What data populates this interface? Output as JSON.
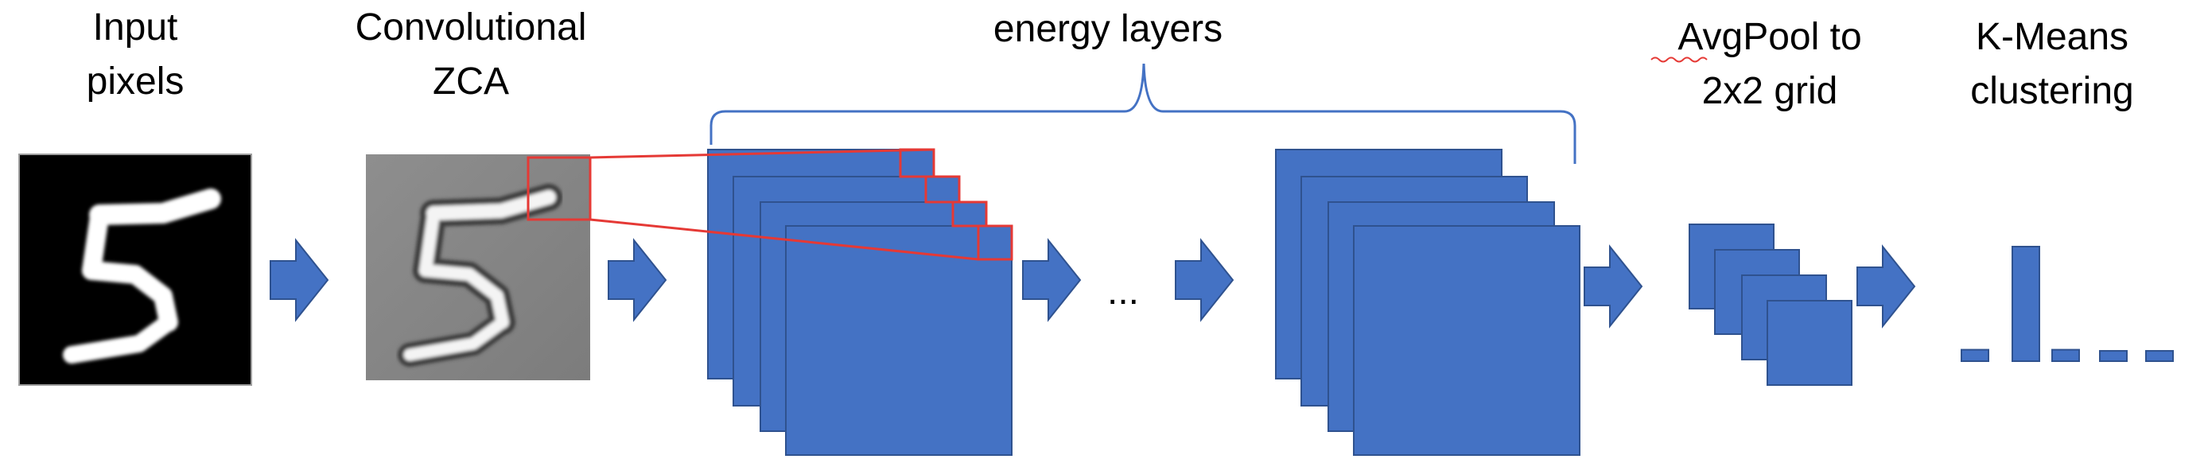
{
  "labels": {
    "input_line1": "Input",
    "input_line2": "pixels",
    "zca_line1": "Convolutional",
    "zca_line2": "ZCA",
    "energy": "energy layers",
    "ellipsis": "...",
    "avgpool_line1": "AvgPool to",
    "avgpool_line2": "2x2 grid",
    "kmeans_line1": "K-Means",
    "kmeans_line2": "clustering"
  },
  "images": {
    "input_image": "digit-5-black-background",
    "zca_image": "digit-5-whitened-gray"
  },
  "histogram": {
    "values": [
      0.1,
      1.0,
      0.1,
      0.09,
      0.09
    ]
  },
  "colors": {
    "block_fill": "#4472C4",
    "block_stroke": "#2F528F",
    "highlight": "#E53935"
  }
}
